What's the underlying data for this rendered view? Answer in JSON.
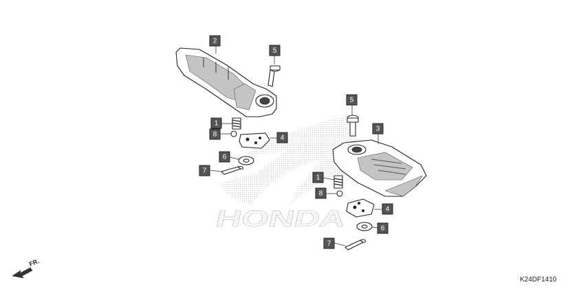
{
  "watermark": {
    "text": "HONDA"
  },
  "direction_marker": {
    "label": "FR."
  },
  "reference_code": "K24DF1410",
  "callouts": {
    "upper_left_peg": "2",
    "upper_left_bolt": "5",
    "upper_left_spring": "1",
    "upper_left_ball": "8",
    "upper_left_plate": "4",
    "upper_left_washer": "6",
    "upper_left_pin": "7",
    "right_bolt": "5",
    "right_peg": "3",
    "right_spring": "1",
    "right_ball": "8",
    "right_plate": "4",
    "right_washer": "6",
    "right_pin": "7"
  },
  "colors": {
    "callout_fill": "#555555",
    "watermark_dots": "#b8b8b8",
    "line": "#222222"
  }
}
